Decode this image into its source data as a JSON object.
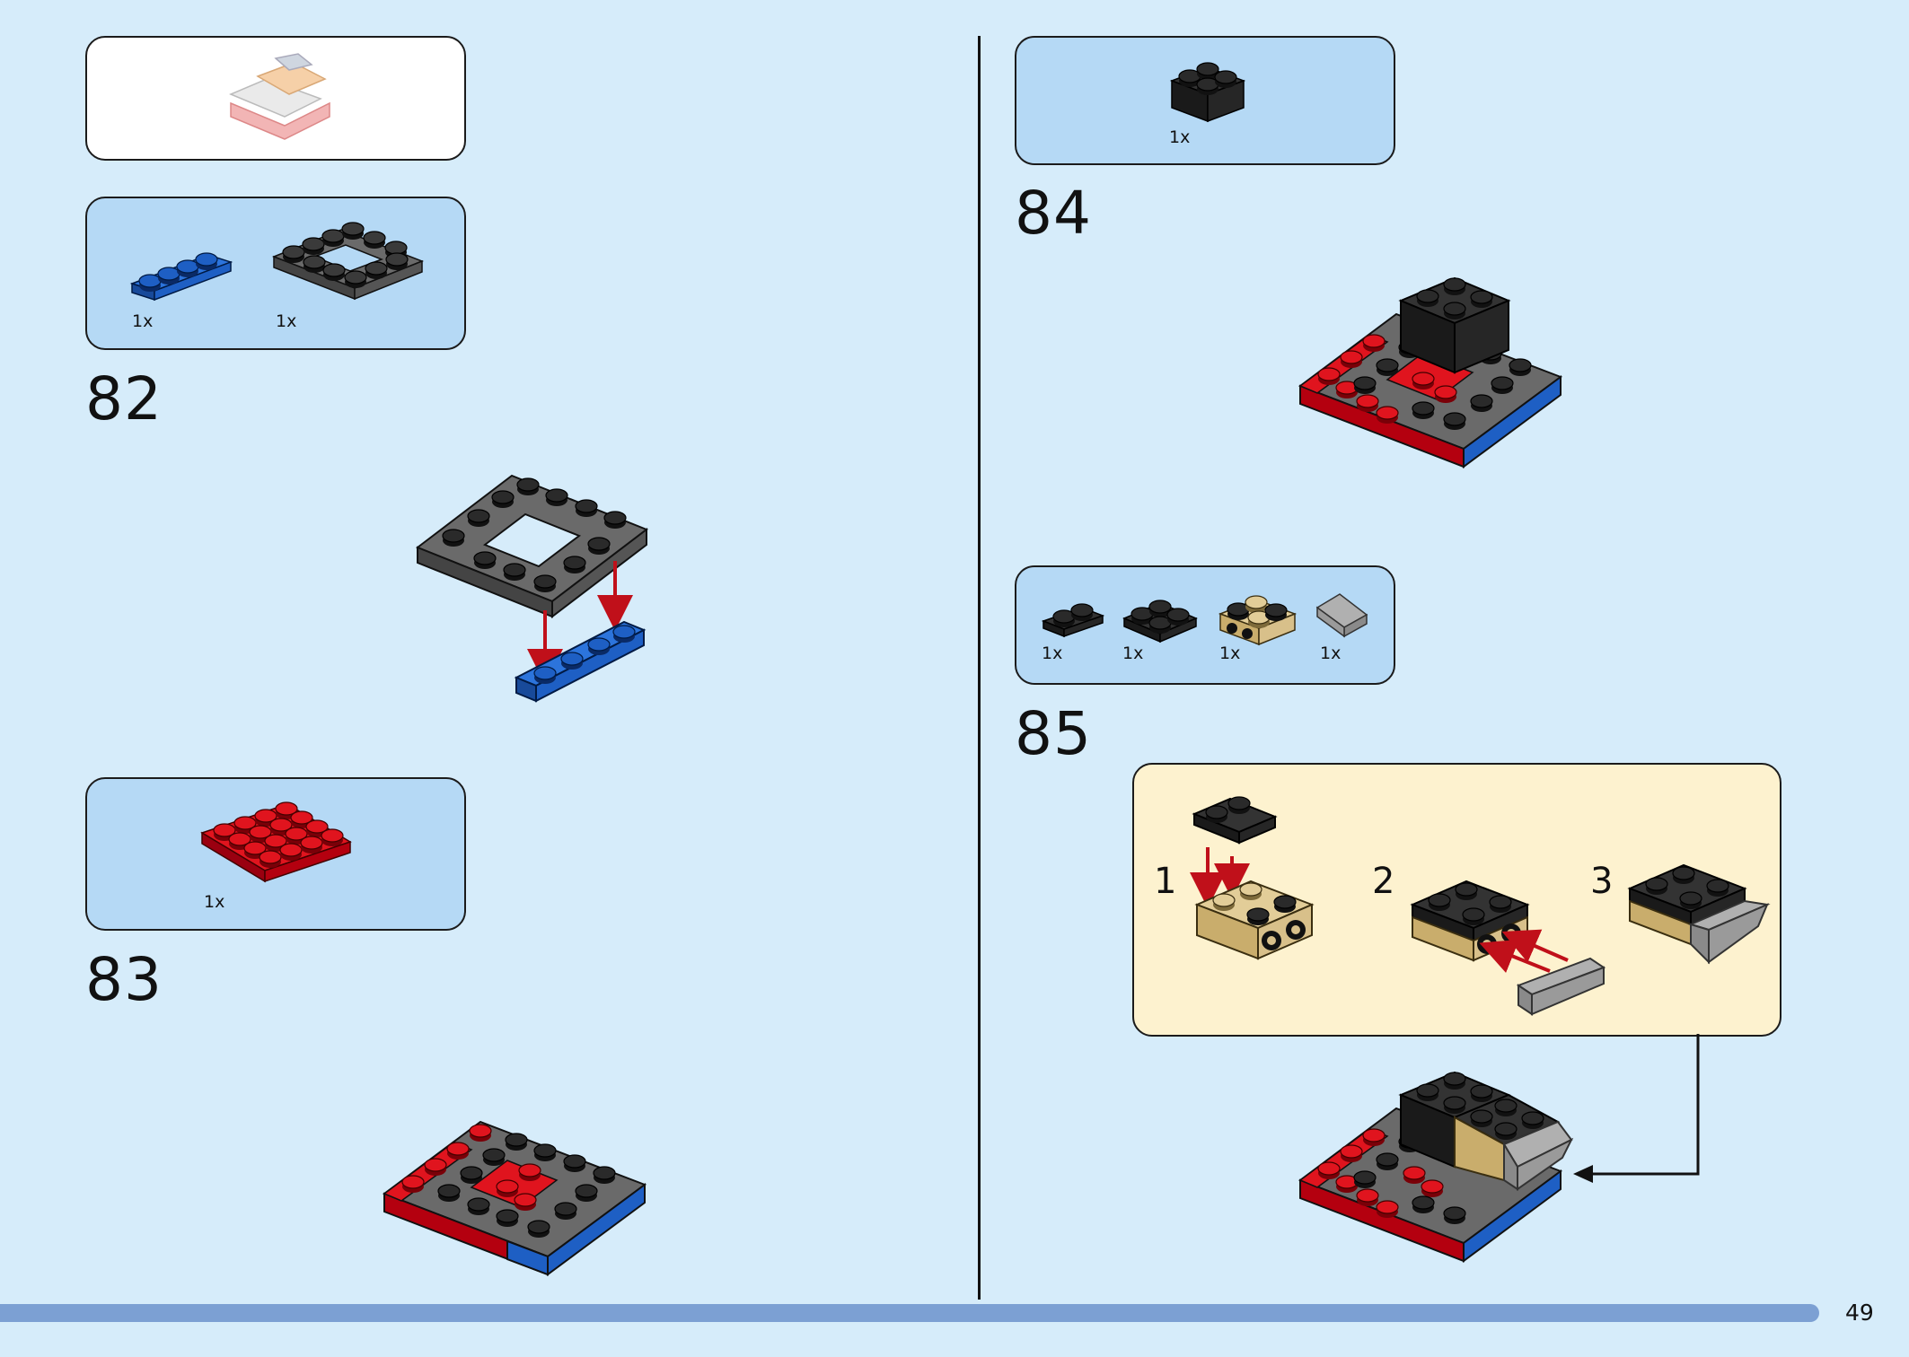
{
  "steps": {
    "s82": {
      "number": "82",
      "parts": [
        {
          "qty": "1x"
        },
        {
          "qty": "1x"
        }
      ]
    },
    "s83": {
      "number": "83",
      "parts": [
        {
          "qty": "1x"
        }
      ]
    },
    "s84": {
      "number": "84",
      "parts": [
        {
          "qty": "1x"
        }
      ]
    },
    "s85": {
      "number": "85",
      "parts": [
        {
          "qty": "1x"
        },
        {
          "qty": "1x"
        },
        {
          "qty": "1x"
        },
        {
          "qty": "1x"
        }
      ],
      "substeps": [
        "1",
        "2",
        "3"
      ]
    }
  },
  "page_number": "49",
  "colors": {
    "background": "#d6ecfa",
    "parts_box": "#b5d9f5",
    "subassembly_box": "#fdf2cf",
    "red": "#d0101a",
    "dark_gray": "#5b5b5b",
    "black": "#2a2a2a",
    "blue": "#1e5fc4",
    "tan": "#d8c08a",
    "arrow": "#c0101a"
  }
}
